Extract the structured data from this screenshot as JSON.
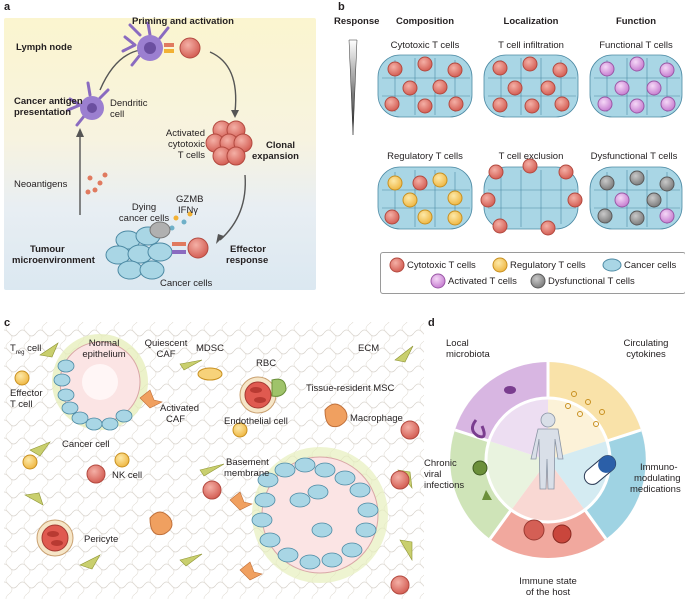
{
  "panel_a": {
    "letter": "a",
    "title": "Priming and activation",
    "lymph_node": "Lymph node",
    "cancer_antigen": "Cancer antigen",
    "presentation": "presentation",
    "dendritic": "Dendritic",
    "cell": "cell",
    "activated": "Activated",
    "cytotoxic": "cytotoxic",
    "t_cells": "T cells",
    "clonal": "Clonal",
    "expansion": "expansion",
    "neoantigens": "Neoantigens",
    "dying": "Dying",
    "cancer_cells": "cancer cells",
    "gzmb": "GZMB",
    "ifng": "IFNγ",
    "tumour": "Tumour",
    "microenvironment": "microenvironment",
    "effector": "Effector",
    "response": "response",
    "cancer_cells_bottom": "Cancer cells"
  },
  "panel_b": {
    "letter": "b",
    "response": "Response",
    "composition": "Composition",
    "localization": "Localization",
    "function": "Function",
    "cytotoxic_t_cells": "Cytotoxic T cells",
    "t_cell_infiltration": "T cell infiltration",
    "functional_t_cells": "Functional T cells",
    "regulatory_t_cells": "Regulatory T cells",
    "t_cell_exclusion": "T cell exclusion",
    "dysfunctional_t_cells": "Dysfunctional T cells",
    "legend": {
      "cytotoxic": "Cytotoxic T cells",
      "regulatory": "Regulatory T cells",
      "cancer": "Cancer cells",
      "activated": "Activated T cells",
      "dysfunctional": "Dysfunctional T cells"
    }
  },
  "panel_c": {
    "letter": "c",
    "treg_t": "T",
    "treg_sub": "reg",
    "treg_cell": " cell",
    "normal": "Normal",
    "epithelium": "epithelium",
    "quiescent": "Quiescent",
    "caf": "CAF",
    "mdsc": "MDSC",
    "ecm": "ECM",
    "rbc": "RBC",
    "tissue_resident_msc": "Tissue-resident MSC",
    "effector": "Effector",
    "t_cell": "T cell",
    "activated": "Activated",
    "caf2": "CAF",
    "endothelial_cell": "Endothelial cell",
    "macrophage": "Macrophage",
    "basement": "Basement",
    "membrane": "membrane",
    "cancer_cell": "Cancer cell",
    "nk_cell": "NK cell",
    "pericyte": "Pericyte"
  },
  "panel_d": {
    "letter": "d",
    "local": "Local",
    "microbiota": "microbiota",
    "circulating": "Circulating",
    "cytokines": "cytokines",
    "chronic": "Chronic",
    "viral": "viral",
    "infections": "infections",
    "immuno": "Immuno-",
    "modulating": "modulating",
    "medications": "medications",
    "immune_state": "Immune state",
    "of_the_host": "of the host"
  },
  "colors": {
    "cancer_cell": "#a9d6e5",
    "cytotoxic": "#e0736a",
    "regulatory": "#f7c85c",
    "activated": "#d9a0e0",
    "dysfunctional": "#8c8c8c",
    "caf": "#c9cf6e",
    "macrophage": "#f0a060"
  }
}
